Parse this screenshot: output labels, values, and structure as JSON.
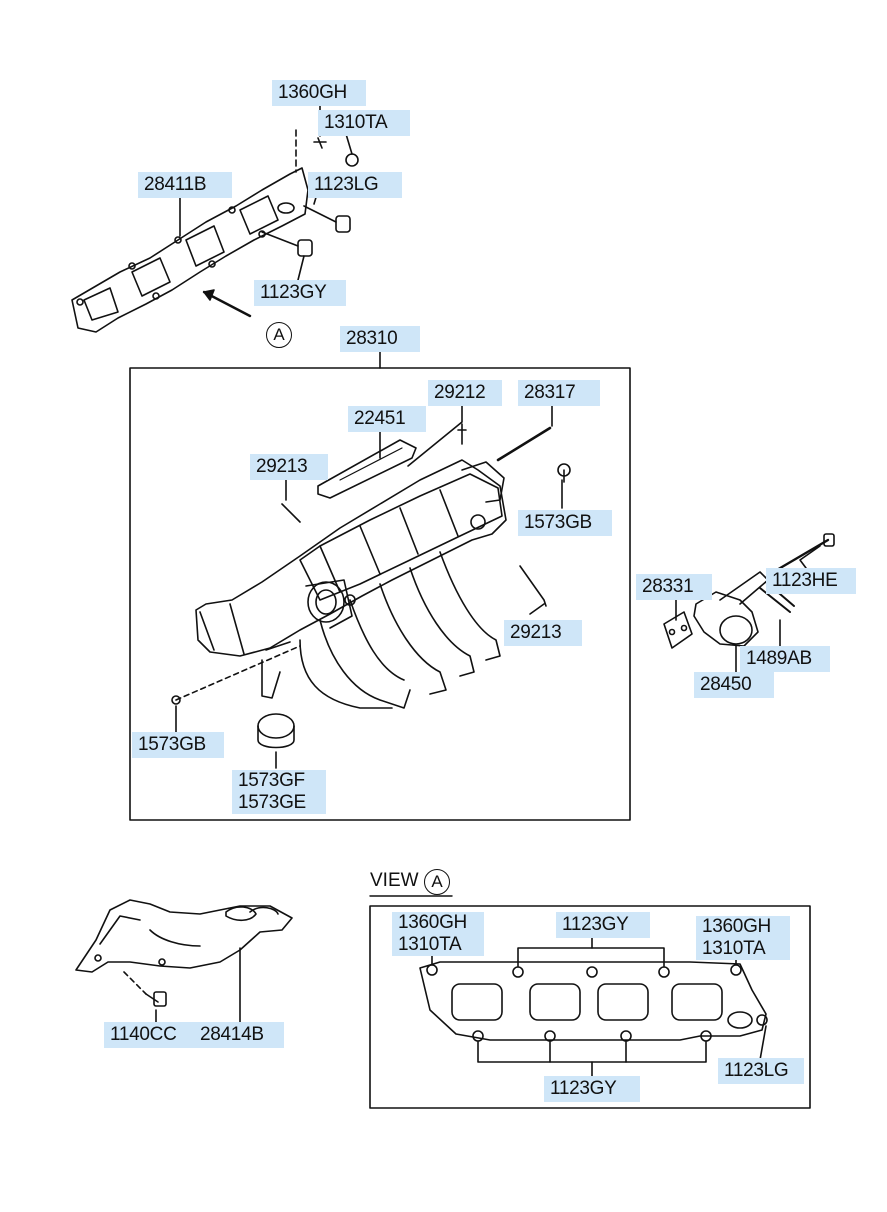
{
  "diagram": {
    "view_label": "VIEW",
    "view_ref": "A",
    "ref_marker": "A",
    "parts": {
      "p1360GH_top": "1360GH",
      "p1310TA_top": "1310TA",
      "p1123LG_top": "1123LG",
      "p28411B": "28411B",
      "p1123GY_top": "1123GY",
      "p28310": "28310",
      "p29212": "29212",
      "p28317": "28317",
      "p22451": "22451",
      "p29213_a": "29213",
      "p1573GB_right": "1573GB",
      "p29213_b": "29213",
      "p1573GB_left": "1573GB",
      "p1573GF": "1573GF",
      "p1573GE": "1573GE",
      "p28331": "28331",
      "p1123HE": "1123HE",
      "p1489AB": "1489AB",
      "p28450": "28450",
      "p1140CC": "1140CC",
      "p28414B": "28414B",
      "v1360GH_l": "1360GH",
      "v1310TA_l": "1310TA",
      "v1123GY_top": "1123GY",
      "v1360GH_r": "1360GH",
      "v1310TA_r": "1310TA",
      "v1123LG": "1123LG",
      "v1123GY_bottom": "1123GY"
    }
  }
}
